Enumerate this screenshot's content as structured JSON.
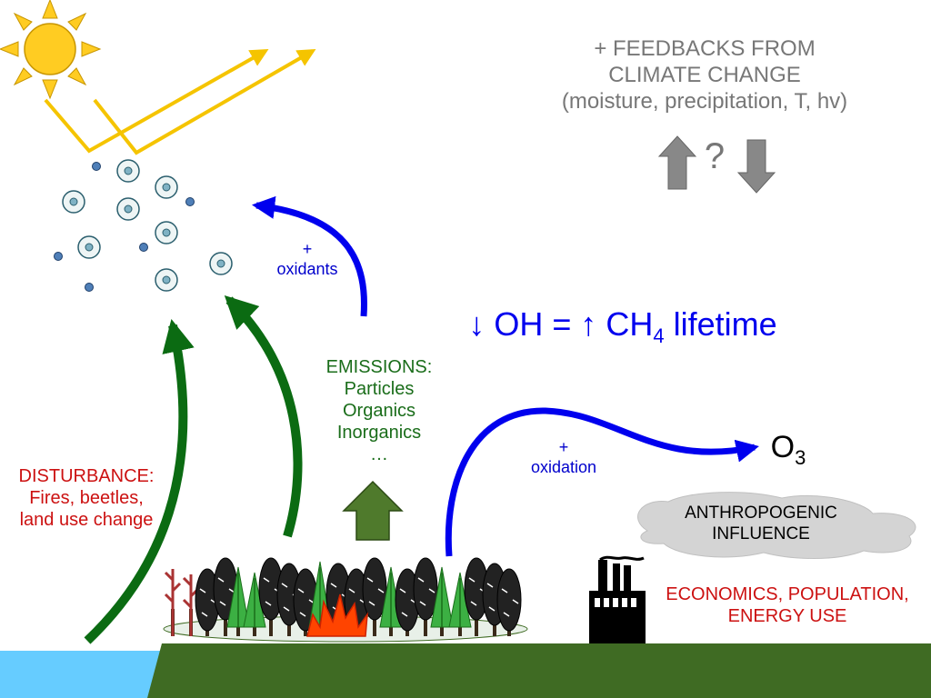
{
  "feedback": {
    "lines": [
      "+ FEEDBACKS FROM",
      "CLIMATE CHANGE",
      "(moisture, precipitation, T, hv)"
    ],
    "question_mark": "?"
  },
  "oh_equation": {
    "prefix": "↓ OH = ↑ CH",
    "subscript": "4",
    "suffix": " lifetime"
  },
  "oxidants": {
    "line1": "+",
    "line2": "oxidants"
  },
  "oxidation": {
    "line1": "+",
    "line2": "oxidation"
  },
  "emissions": {
    "lines": [
      "EMISSIONS:",
      "Particles",
      "Organics",
      "Inorganics",
      "…"
    ]
  },
  "disturbance": {
    "lines": [
      "DISTURBANCE:",
      "Fires, beetles,",
      "land use change"
    ]
  },
  "ozone": {
    "base": "O",
    "subscript": "3"
  },
  "anthropogenic": {
    "lines": [
      "ANTHROPOGENIC",
      "INFLUENCE"
    ]
  },
  "economics": {
    "lines": [
      "ECONOMICS, POPULATION,",
      "ENERGY USE"
    ]
  },
  "colors": {
    "sun": "#ffcc22",
    "sunlight": "#f5c400",
    "oh_text": "#0000ee",
    "blue_arrow": "#0000ee",
    "green_arrow": "#0b6b12",
    "ground": "#3f6b23",
    "water": "#66ccff",
    "red_text": "#cc1111",
    "gray_text": "#777777"
  },
  "icons": {
    "sun": "sun-icon",
    "factory": "factory-icon",
    "fire": "fire-icon",
    "cloud": "cloud-icon",
    "forest": "forest-icon"
  }
}
